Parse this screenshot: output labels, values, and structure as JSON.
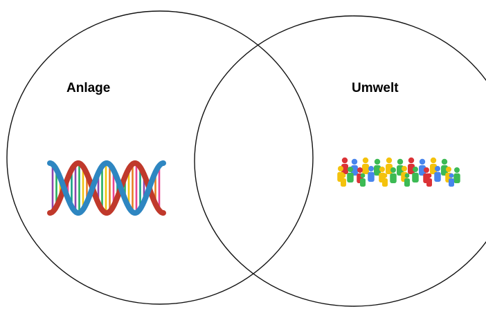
{
  "diagram": {
    "type": "venn",
    "sets": [
      {
        "id": "anlage",
        "label": "Anlage",
        "icon": "dna-helix-icon"
      },
      {
        "id": "umwelt",
        "label": "Umwelt",
        "icon": "crowd-people-icon"
      }
    ],
    "colors": {
      "outline": "#111111",
      "dna_strand_a": "#c0392b",
      "dna_strand_b": "#2e86c1",
      "dna_rungs": [
        "#8e44ad",
        "#27ae60",
        "#f1c40f",
        "#e67e22",
        "#e84393",
        "#16a085"
      ],
      "people": [
        "#f4c20d",
        "#3cba54",
        "#db3236",
        "#4885ed",
        "#f4c20d",
        "#3cba54"
      ]
    }
  }
}
